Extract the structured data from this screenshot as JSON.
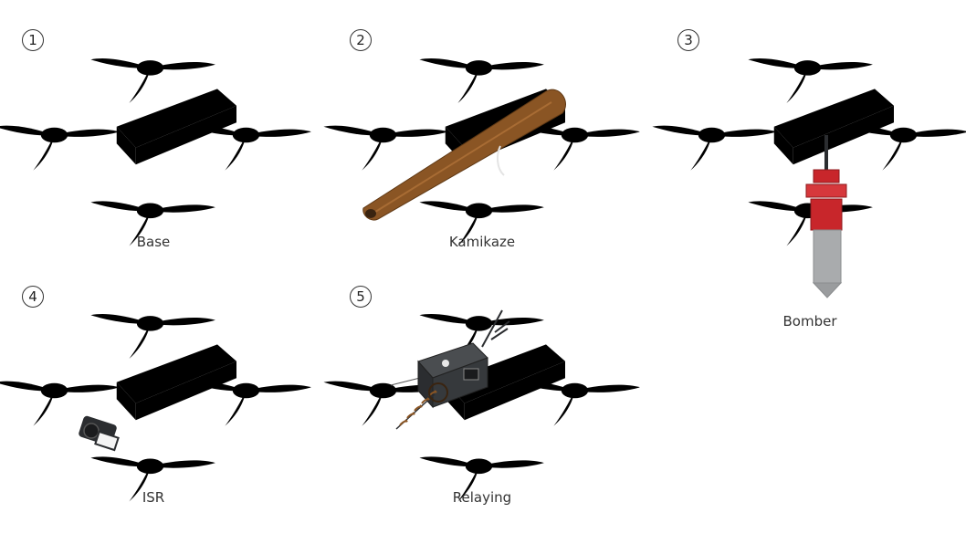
{
  "variants": [
    {
      "number": "1",
      "label": "Base"
    },
    {
      "number": "2",
      "label": "Kamikaze"
    },
    {
      "number": "3",
      "label": "Bomber"
    },
    {
      "number": "4",
      "label": "ISR"
    },
    {
      "number": "5",
      "label": "Relaying"
    }
  ],
  "colors": {
    "frame_dark": "#3a3d40",
    "frame_ghost": "#c9cbcd",
    "accent_teal": "#6fc4b4",
    "warhead_brown": "#8a5524",
    "bomb_red": "#c8262b",
    "bomb_gray": "#a9abad",
    "payload_black": "#2b2d30"
  }
}
